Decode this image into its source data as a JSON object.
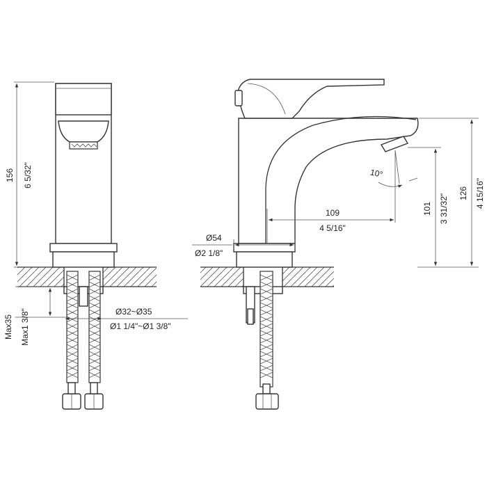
{
  "dimensions": {
    "front_height_mm": "156",
    "front_height_in": "6 5/32\"",
    "under_counter_mm": "Max35",
    "under_counter_in": "Max1 3/8\"",
    "hole_dia_mm": "Ø32~Ø35",
    "hole_dia_in": "Ø1 1/4\"~Ø1 3/8\"",
    "base_dia_mm": "Ø54",
    "base_dia_in": "Ø2 1/8\"",
    "spout_reach_mm": "109",
    "spout_reach_in": "4 5/16\"",
    "spout_angle": "10°",
    "spout_height_mm": "101",
    "spout_height_in": "3 31/32\"",
    "total_height_mm": "126",
    "total_height_in": "4 15/16\""
  }
}
